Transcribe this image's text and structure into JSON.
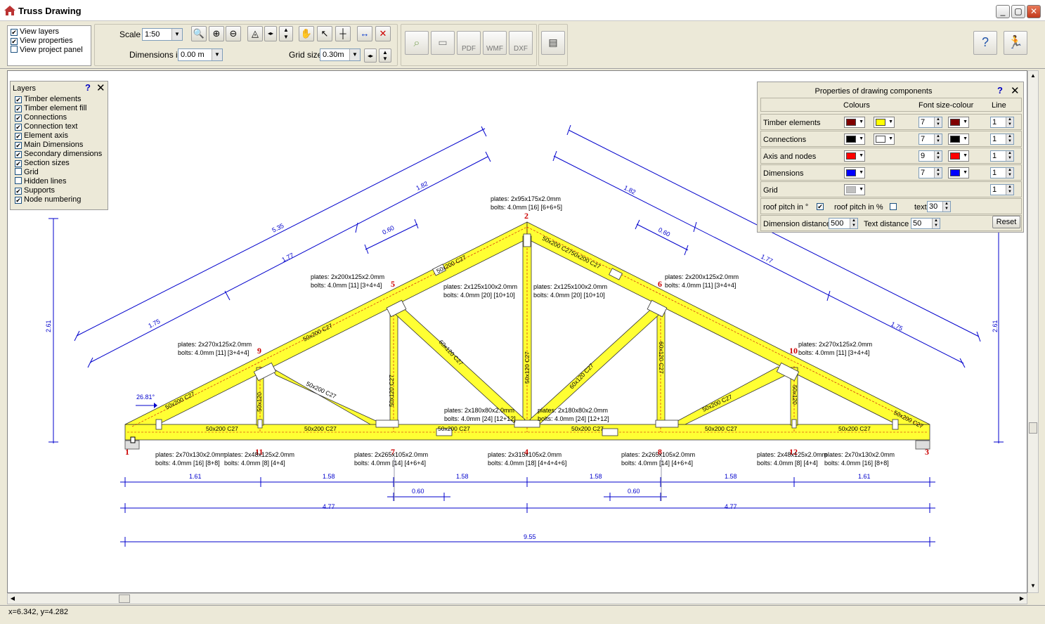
{
  "window": {
    "title": "Truss Drawing"
  },
  "view_panel": {
    "items": [
      {
        "label": "View layers",
        "checked": true
      },
      {
        "label": "View properties",
        "checked": true
      },
      {
        "label": "View project panel",
        "checked": false
      }
    ]
  },
  "toolbar": {
    "scale_label": "Scale",
    "scale_value": "1:50",
    "dimensions_label": "Dimensions in",
    "dimensions_value": "0.00 m",
    "grid_size_label": "Grid size",
    "grid_size_value": "0.30m",
    "export_pdf": "PDF",
    "export_wmf": "WMF",
    "export_dxf": "DXF"
  },
  "layers_panel": {
    "title": "Layers",
    "help": "?",
    "items": [
      {
        "label": "Timber elements",
        "checked": true
      },
      {
        "label": "Timber element fill",
        "checked": true
      },
      {
        "label": "Connections",
        "checked": true
      },
      {
        "label": "Connection text",
        "checked": true
      },
      {
        "label": "Element axis",
        "checked": true
      },
      {
        "label": "Main Dimensions",
        "checked": true
      },
      {
        "label": "Secondary dimensions",
        "checked": true
      },
      {
        "label": "Section sizes",
        "checked": true
      },
      {
        "label": "Grid",
        "checked": false
      },
      {
        "label": "Hidden lines",
        "checked": false
      },
      {
        "label": "Supports",
        "checked": true
      },
      {
        "label": "Node numbering",
        "checked": true
      }
    ]
  },
  "properties_panel": {
    "title": "Properties of drawing components",
    "help": "?",
    "col_colours": "Colours",
    "col_font": "Font size-colour",
    "col_line": "Line",
    "rows": [
      {
        "name": "Timber elements",
        "c1": "#800000",
        "c2": "#ffff00",
        "font": "7",
        "fc": "#800000",
        "line": "1"
      },
      {
        "name": "Connections",
        "c1": "#000000",
        "c2": "#ffffff",
        "font": "7",
        "fc": "#000000",
        "line": "1"
      },
      {
        "name": "Axis and nodes",
        "c1": "#ff0000",
        "font": "9",
        "fc": "#ff0000",
        "line": "1"
      },
      {
        "name": "Dimensions",
        "c1": "#0000ff",
        "font": "7",
        "fc": "#0000ff",
        "line": "1"
      },
      {
        "name": "Grid",
        "c1": "#c0c0c0",
        "line": "1"
      }
    ],
    "roof_pitch_deg": "roof pitch in °",
    "roof_pitch_pct": "roof pitch in %",
    "text_label": "text",
    "text_value": "30",
    "dim_distance_label": "Dimension distance",
    "dim_distance_value": "500",
    "text_distance_label": "Text distance",
    "text_distance_value": "50",
    "reset": "Reset"
  },
  "drawing": {
    "pitch": "26.81°",
    "nodes": [
      "1",
      "2",
      "3",
      "4",
      "5",
      "6",
      "7",
      "8",
      "9",
      "10",
      "11",
      "12"
    ],
    "members": {
      "chord_top": "50x200   C27",
      "bottom": "50x200   C27",
      "post": "50x120   C27",
      "diag": "60x120   C27",
      "diag_short": "50x200   C27",
      "top_right_joint": "50x200   C2750x200   C27",
      "small_post": "50x120"
    },
    "connections": {
      "apex": [
        "plates: 2x95x175x2.0mm",
        "bolts: 4.0mm [16] [6+6+5]"
      ],
      "n5": [
        "plates: 2x200x125x2.0mm",
        "bolts: 4.0mm [11] [3+4+4]"
      ],
      "n6": [
        "plates: 2x200x125x2.0mm",
        "bolts: 4.0mm [11] [3+4+4]"
      ],
      "n9": [
        "plates: 2x270x125x2.0mm",
        "bolts: 4.0mm [11] [3+4+4]"
      ],
      "n10": [
        "plates: 2x270x125x2.0mm",
        "bolts: 4.0mm [11] [3+4+4]"
      ],
      "mid_left": [
        "plates: 2x125x100x2.0mm",
        "bolts: 4.0mm [20] [10+10]"
      ],
      "mid_right": [
        "plates: 2x125x100x2.0mm",
        "bolts: 4.0mm [20] [10+10]"
      ],
      "bot_left": [
        "plates: 2x180x80x2.0mm",
        "bolts: 4.0mm [24] [12+12]"
      ],
      "bot_right": [
        "plates: 2x180x80x2.0mm",
        "bolts: 4.0mm [24] [12+12]"
      ],
      "n1": [
        "plates: 2x70x130x2.0mm",
        "bolts: 4.0mm [16] [8+8]"
      ],
      "n11": [
        "plates: 2x48x125x2.0mm",
        "bolts: 4.0mm [8] [4+4]"
      ],
      "n7": [
        "plates: 2x265x105x2.0mm",
        "bolts: 4.0mm [14] [4+6+4]"
      ],
      "n4": [
        "plates: 2x315x105x2.0mm",
        "bolts: 4.0mm [18] [4+4+4+6]"
      ],
      "n8": [
        "plates: 2x265x105x2.0mm",
        "bolts: 4.0mm [14] [4+6+4]"
      ],
      "n12": [
        "plates: 2x48x125x2.0mm",
        "bolts: 4.0mm [8] [4+4]"
      ],
      "n3": [
        "plates: 2x70x130x2.0mm",
        "bolts: 4.0mm [16] [8+8]"
      ]
    },
    "dimensions": {
      "top_left_outer": "5.35",
      "top_left_upper": "1.82",
      "top_left_mid": "1.77",
      "top_left_lower": "1.75",
      "top_left_small": "0.60",
      "top_right_upper": "1.82",
      "top_right_mid": "1.77",
      "top_right_lower": "1.75",
      "top_right_small": "0.60",
      "height_left": "2.61",
      "height_right": "2.61",
      "bottom_segments": [
        "1.61",
        "1.58",
        "1.58",
        "1.58",
        "1.58",
        "1.61"
      ],
      "bottom_small_left": "0.60",
      "bottom_small_right": "0.60",
      "half_left": "4.77",
      "half_right": "4.77",
      "total": "9.55"
    }
  },
  "status": {
    "coords": "x=6.342, y=4.282"
  }
}
